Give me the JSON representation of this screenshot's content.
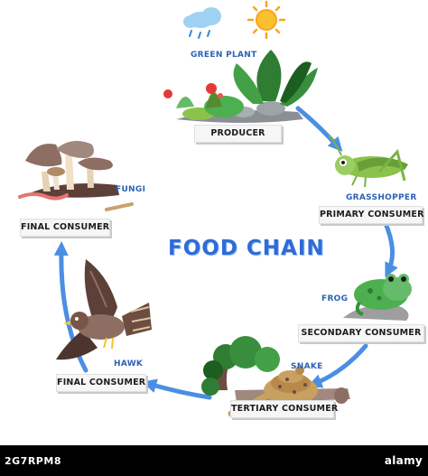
{
  "diagram": {
    "title": "FOOD CHAIN",
    "stages": [
      {
        "role": "PRODUCER",
        "organism": "GREEN PLANT"
      },
      {
        "role": "PRIMARY CONSUMER",
        "organism": "GRASSHOPPER"
      },
      {
        "role": "SECONDARY CONSUMER",
        "organism": "FROG"
      },
      {
        "role": "TERTIARY CONSUMER",
        "organism": "SNAKE"
      },
      {
        "role": "FINAL CONSUMER",
        "organism": "HAWK"
      },
      {
        "role": "FINAL CONSUMER",
        "organism": "FUNGI"
      }
    ]
  },
  "colors": {
    "arrow": "#4a8fe3",
    "label_text": "#2d62b6",
    "title": "#2f6bd8"
  },
  "footer": {
    "image_id": "2G7RPM8",
    "site": "alamy"
  }
}
